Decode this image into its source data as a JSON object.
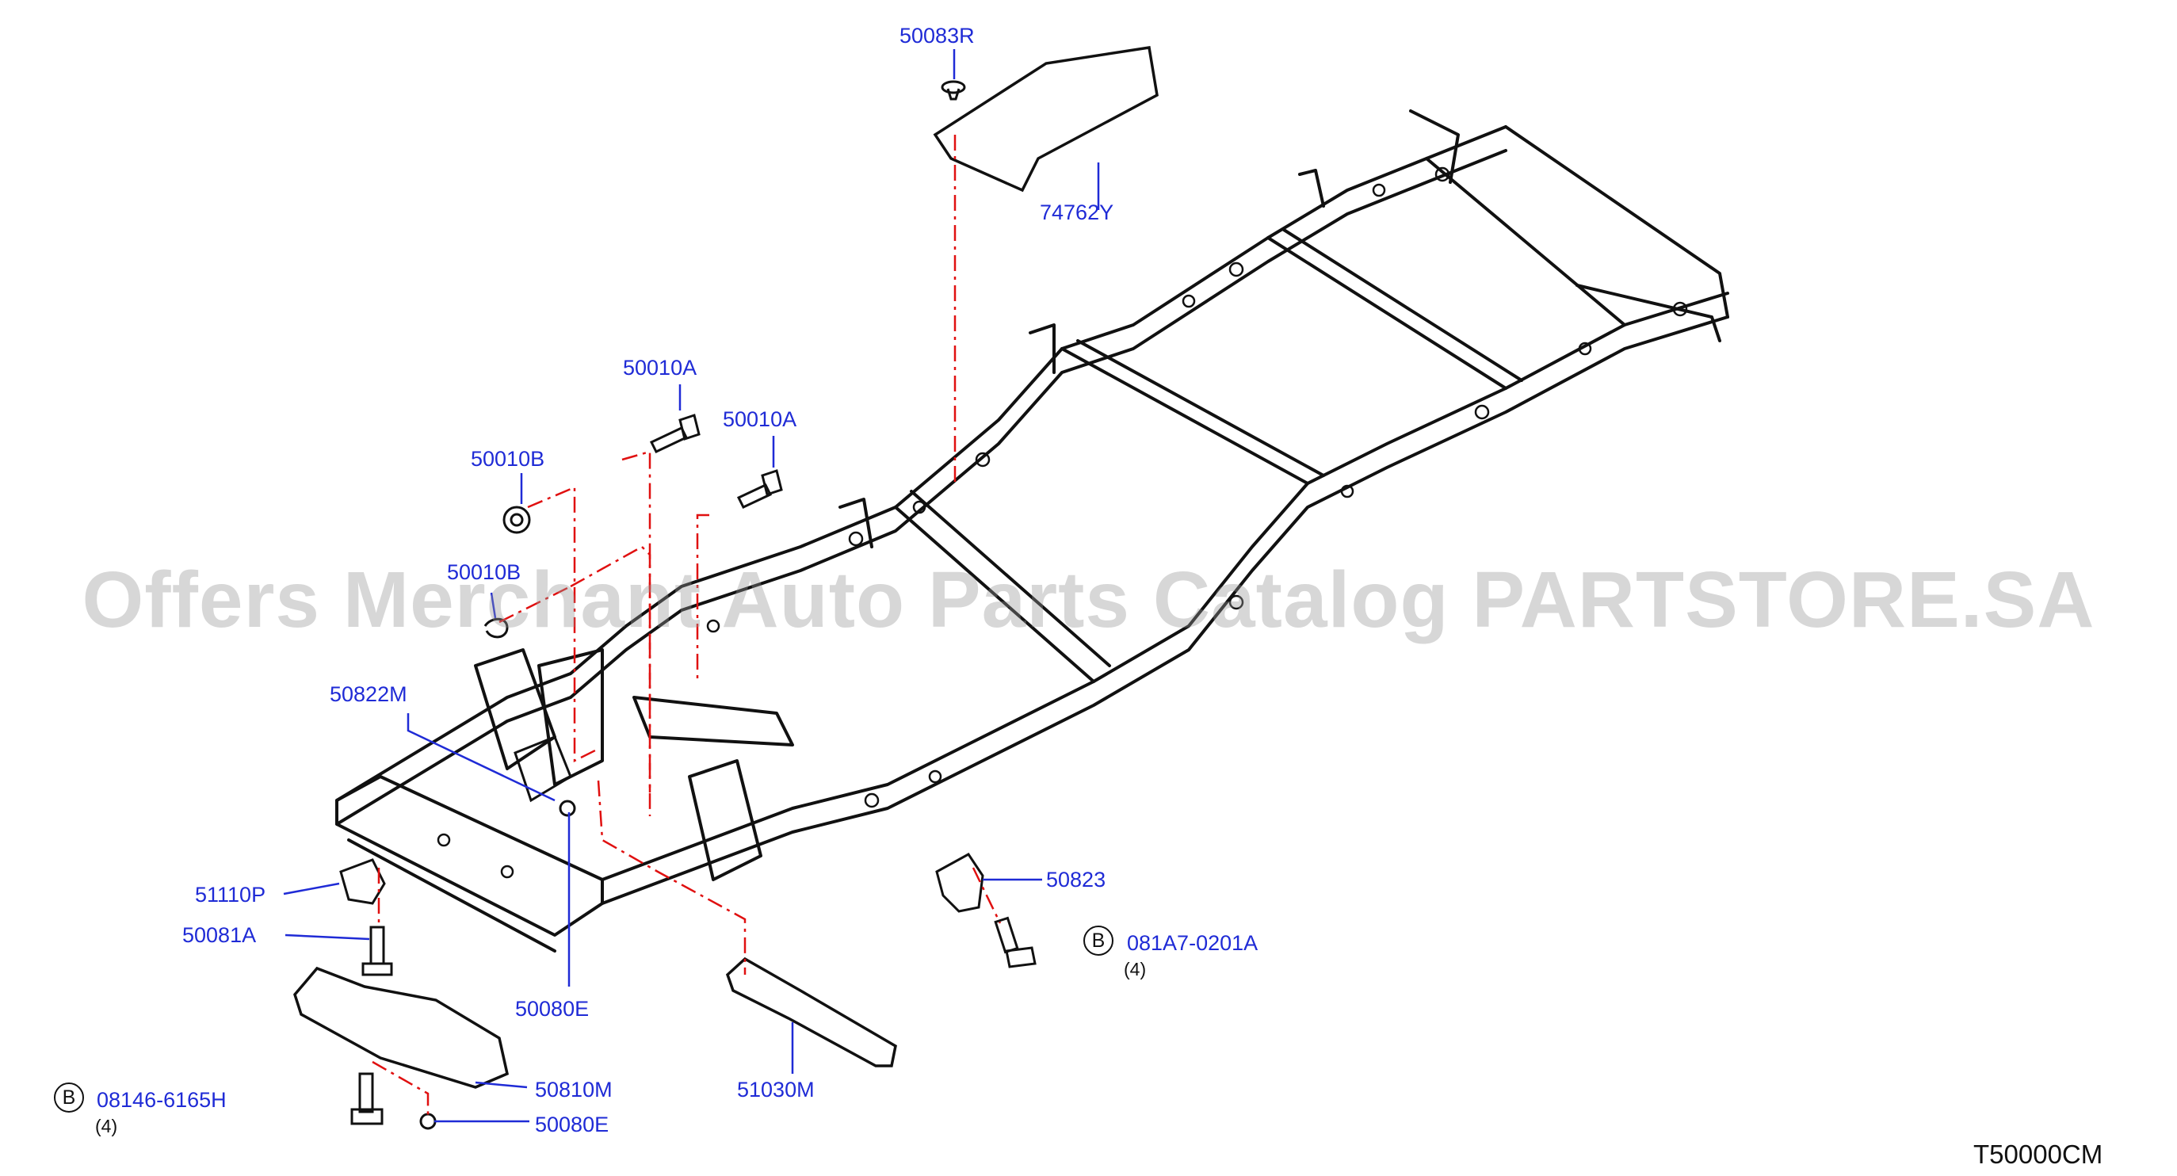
{
  "diagram": {
    "catalog_code": "T50000CM",
    "watermark": "Offers Merchant Auto Parts Catalog PARTSTORE.SA",
    "parts": {
      "p50083R": "50083R",
      "p74762Y": "74762Y",
      "p50010A_1": "50010A",
      "p50010A_2": "50010A",
      "p50010B_1": "50010B",
      "p50010B_2": "50010B",
      "p50822M": "50822M",
      "p51110P": "51110P",
      "p50081A": "50081A",
      "p50080E_1": "50080E",
      "p50810M": "50810M",
      "p50080E_2": "50080E",
      "p51030M": "51030M",
      "p50823": "50823",
      "p081A7": "081A7-0201A",
      "p08146": "08146-6165H"
    },
    "bolt_marker": "B",
    "qty_081A7": "(4)",
    "qty_08146": "(4)",
    "colors": {
      "label": "#1f2bd6",
      "callout_dash": "#e01010",
      "lines": "#111111"
    }
  }
}
